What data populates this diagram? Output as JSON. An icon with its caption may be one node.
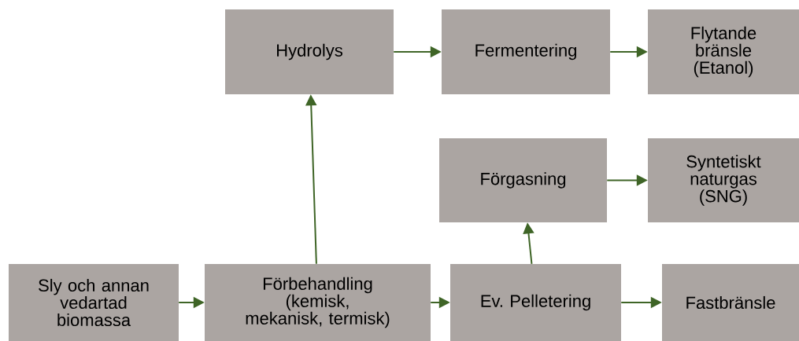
{
  "diagram": {
    "nodes": [
      {
        "text": [
          "Hydrolys"
        ]
      },
      {
        "text": [
          "Fermentering"
        ]
      },
      {
        "text": [
          "Flytande bränsle (Etanol)"
        ]
      },
      {
        "text": [
          "Förgasning"
        ]
      },
      {
        "text": [
          "Syntetiskt naturgas (SNG)"
        ]
      },
      {
        "text": [
          "Sly och annan vedartad biomassa"
        ]
      },
      {
        "text": [
          "Förbehandling (kemisk, mekanisk, termisk)"
        ]
      },
      {
        "text": [
          "Ev. Pelletering"
        ]
      },
      {
        "text": [
          "Fastbränsle"
        ]
      }
    ],
    "edges": [
      {
        "from": 5,
        "to": 6,
        "arrow": "to"
      },
      {
        "from": 6,
        "to": 7,
        "arrow": "to"
      },
      {
        "from": 7,
        "to": 8,
        "arrow": "to"
      },
      {
        "from": 7,
        "to": 3,
        "arrow": "to"
      },
      {
        "from": 3,
        "to": 4,
        "arrow": "to"
      },
      {
        "from": 6,
        "to": 0,
        "arrow": "to"
      },
      {
        "from": 0,
        "to": 1,
        "arrow": "to"
      },
      {
        "from": 1,
        "to": 2,
        "arrow": "to"
      }
    ]
  }
}
